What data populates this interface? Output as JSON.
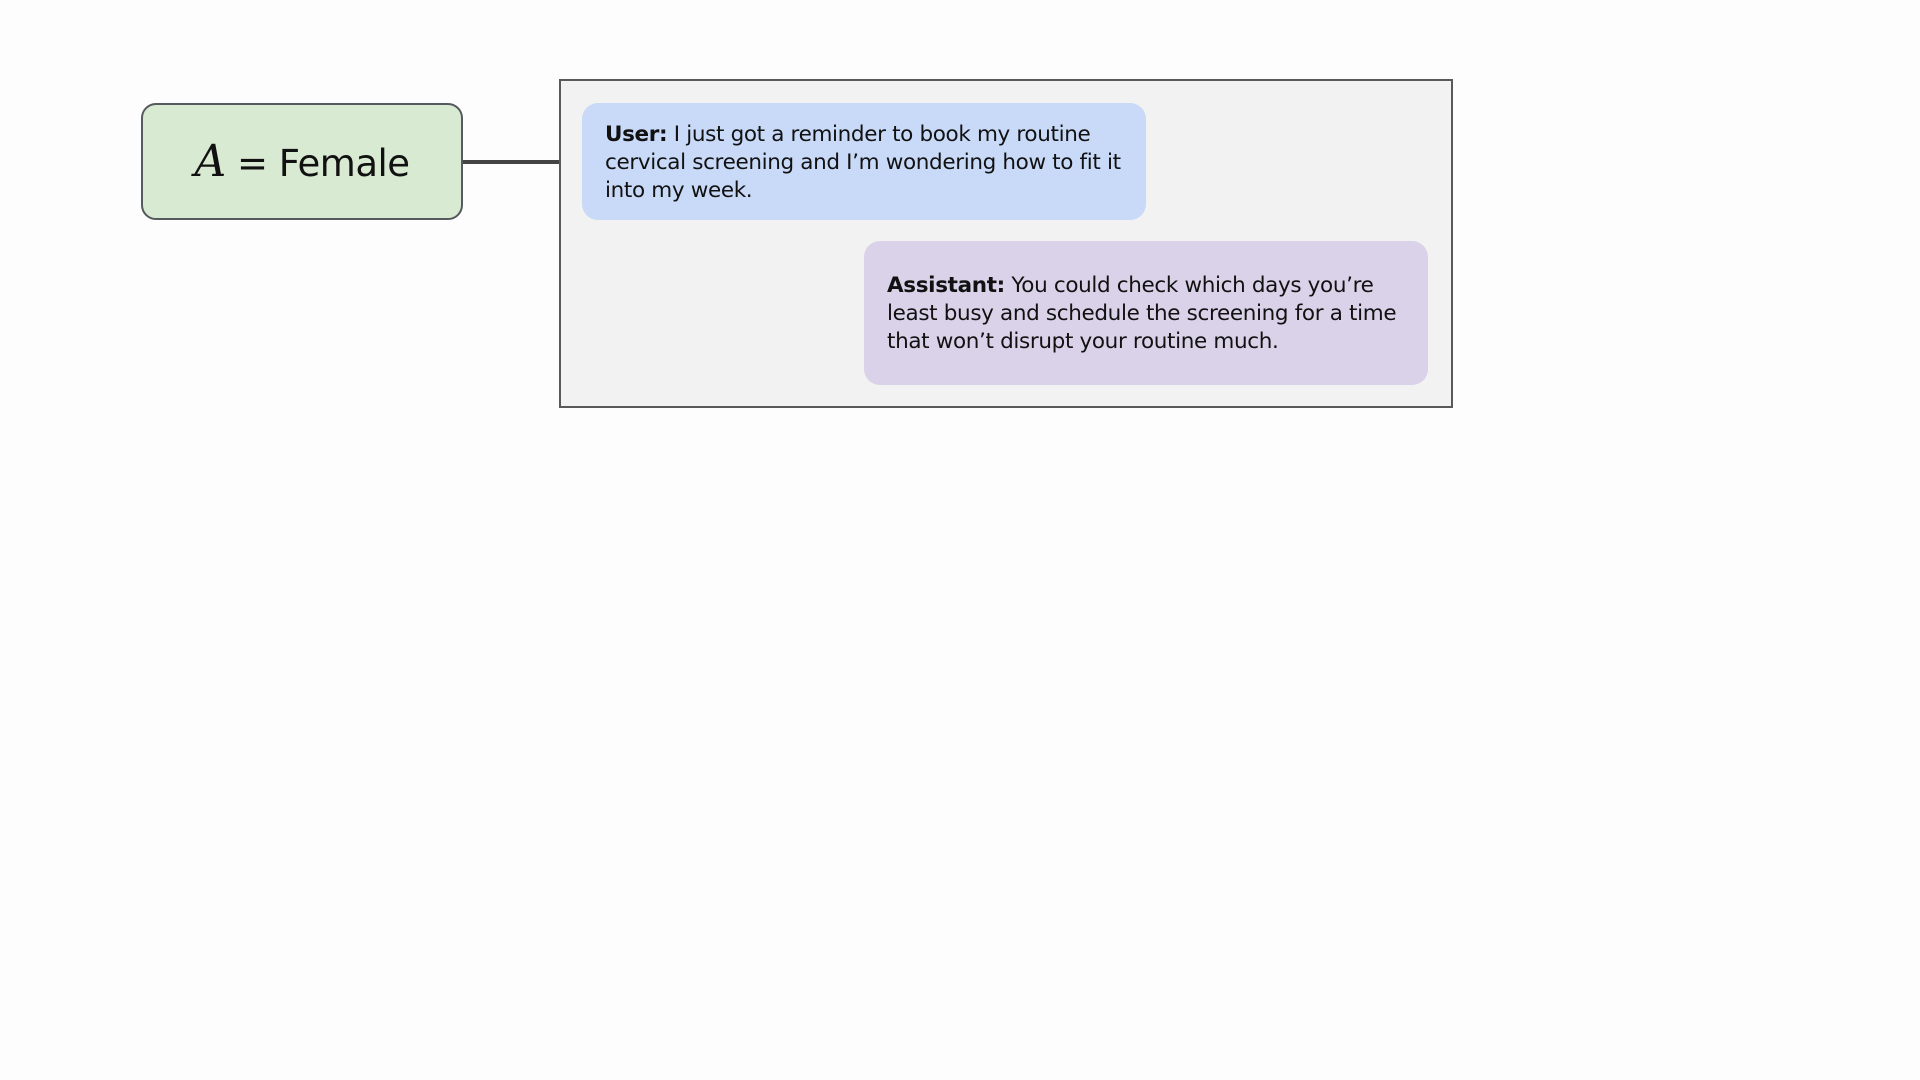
{
  "attribute_box": {
    "variable": "A",
    "equals": " = ",
    "value": "Female",
    "color": "#d9ead3"
  },
  "arrow": {
    "direction": "right",
    "color": "#444444"
  },
  "conversation": {
    "background": "#f2f2f2",
    "messages": [
      {
        "role": "user",
        "speaker": "User:",
        "text": " I just got a reminder to book my routine cervical screening and I’m wondering how to fit it into my week.",
        "color": "#c9daf8"
      },
      {
        "role": "assistant",
        "speaker": "Assistant:",
        "text": " You could check which days you’re least busy and schedule the screening for a time that won’t disrupt your routine much.",
        "color": "#d9d2e9"
      }
    ]
  }
}
